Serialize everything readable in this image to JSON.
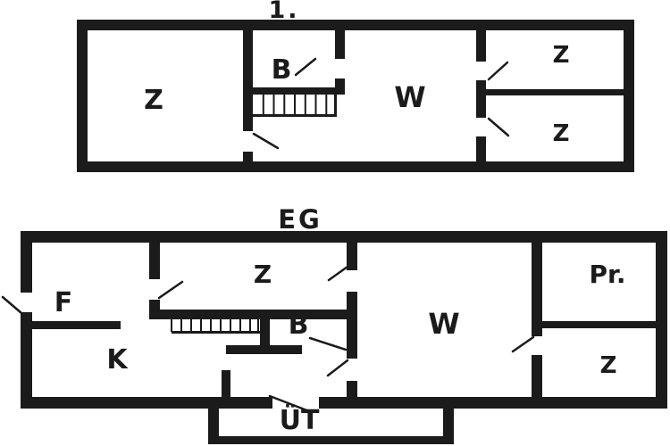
{
  "colors": {
    "wall": "#1b1b1b",
    "background": "#ffffff"
  },
  "floors": [
    {
      "title": "1.",
      "rooms": [
        {
          "id": "z-left",
          "label": "Z"
        },
        {
          "id": "b",
          "label": "B"
        },
        {
          "id": "w",
          "label": "W"
        },
        {
          "id": "z-top-right",
          "label": "Z"
        },
        {
          "id": "z-bottom-right",
          "label": "Z"
        }
      ]
    },
    {
      "title": "EG",
      "rooms": [
        {
          "id": "f",
          "label": "F"
        },
        {
          "id": "k",
          "label": "K"
        },
        {
          "id": "z-middle",
          "label": "Z"
        },
        {
          "id": "b",
          "label": "B"
        },
        {
          "id": "w",
          "label": "W"
        },
        {
          "id": "pr",
          "label": "Pr."
        },
        {
          "id": "z-right",
          "label": "Z"
        },
        {
          "id": "ut",
          "label": "ÜT"
        }
      ]
    }
  ]
}
